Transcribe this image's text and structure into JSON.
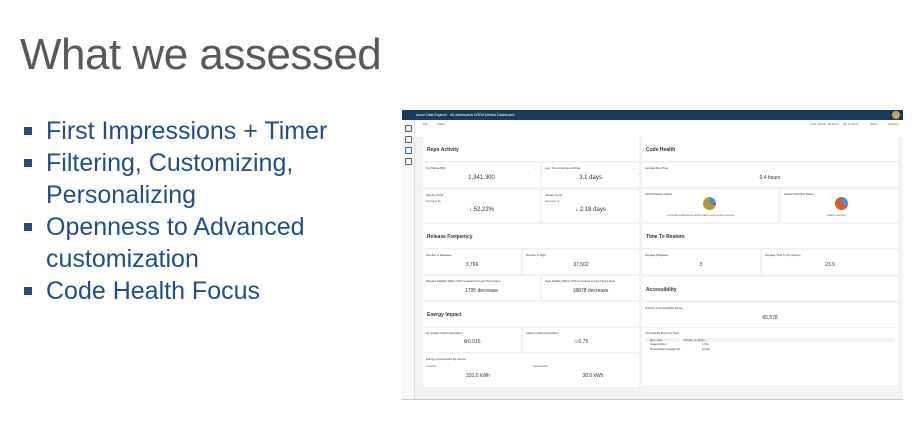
{
  "slide": {
    "title": "What we assessed",
    "bullets": [
      "First Impressions + Timer",
      "Filtering, Customizing, Personalizing",
      "Openness to Advanced customization",
      "Code Health Focus"
    ]
  },
  "colors": {
    "title": "#595959",
    "bullet": "#1f4e8c",
    "topbar": "#173a5e"
  },
  "dashboard": {
    "app": "Azure Data Explorer",
    "breadcrumb": "All dashboards",
    "dashboard_name": "DORA Metrics Dashboard",
    "toolbar": {
      "file": "File",
      "share": "Share",
      "actions": [
        "Auto refresh",
        "Refresh",
        "Go to latest",
        "Share",
        "Settings"
      ]
    },
    "sections": {
      "repo": "Repo Activity",
      "code": "Code Health",
      "release": "Release Frequency",
      "restore": "Time To Restore",
      "energy": "Energy Impact",
      "access": "Accessibility"
    },
    "cards": {
      "merge_prs": {
        "title": "# of Merge PRs",
        "value": "1,341,300"
      },
      "time_merge": {
        "title": "Avg. Time to Merge 1st Pass",
        "value": "3.1 days"
      },
      "weekly1": {
        "title": "Weekly Trend",
        "label": "Decrease By",
        "value": "52.22%"
      },
      "weekly2": {
        "title": "Weekly Trend",
        "label": "Decrease by",
        "value": "2.18 days"
      },
      "run_time": {
        "title": "Average Run Time",
        "value": "0.4 hours"
      },
      "pipeline": {
        "title": "CI/CD Pipeline Status",
        "legend": [
          "cancelled",
          "abandoned",
          "active",
          "failure",
          "succeeded",
          "success"
        ]
      },
      "workflow": {
        "title": "GitHub Workflow Status",
        "legend": [
          "failure",
          "success"
        ]
      },
      "releases": {
        "title": "Number of Releases",
        "value": "3,769"
      },
      "tags": {
        "title": "Number of Tags",
        "value": "37,502"
      },
      "rel_stab": {
        "title": "Release Stability Within 10% Compared to Last Time Frame",
        "value": "1795 decrease"
      },
      "tag_stab": {
        "title": "Tags Stability Within 10% Compared to Last Time Frame",
        "value": "18878 decrease"
      },
      "mitigation": {
        "title": "Average Mitigation",
        "value": "3"
      },
      "time_fix": {
        "title": "Average Time To Fix (Hours)",
        "value": "23.9"
      },
      "a11y_issues": {
        "title": "Number of Accessibility Issues",
        "value": "65,578"
      },
      "a11y_types": {
        "title": "Accessibility Errors by Type",
        "headers": [
          "Error_Type",
          "Number_of_Errors"
        ],
        "rows": [
          [
            "Image Alt Error",
            "1,700"
          ],
          [
            "Present Data Language Err",
            "10,000"
          ]
        ]
      },
      "air": {
        "title": "Air Quality Carbon Equivalent",
        "value": "0.015"
      },
      "laptop": {
        "title": "Laptop Carbon Equivalent",
        "value": "0.75"
      },
      "energy_src": {
        "title": "Energy Consumption By Source",
        "labels": [
          "Gasoline",
          "Hydroelectric"
        ],
        "values": [
          "331.0 kWh",
          "38.0 kWh"
        ]
      }
    }
  }
}
